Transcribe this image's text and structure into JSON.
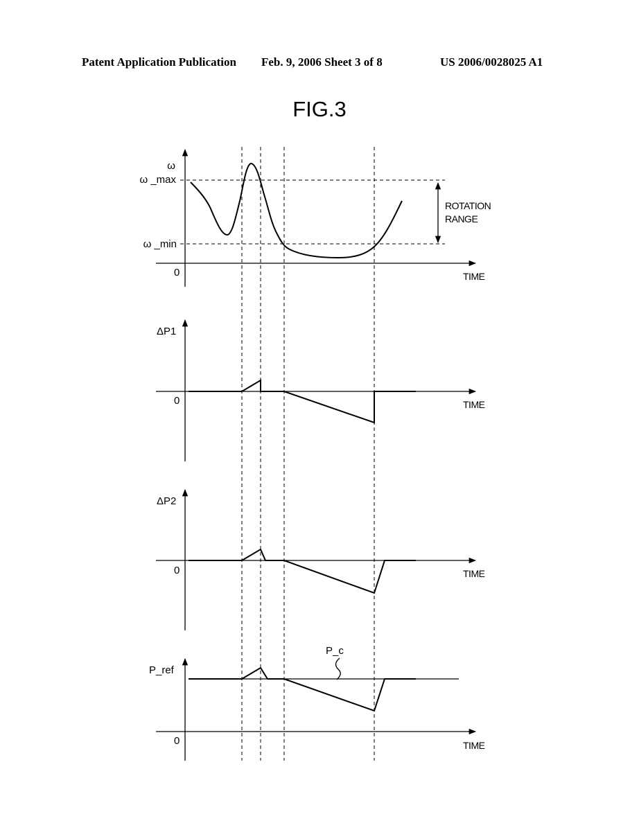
{
  "header": {
    "left": "Patent Application Publication",
    "middle": "Feb. 9, 2006   Sheet 3 of 8",
    "right": "US 2006/0028025 A1"
  },
  "figure": {
    "title": "FIG.3",
    "time_label": "TIME",
    "zero_label": "0",
    "panel1": {
      "y_label": "ω",
      "w_max_label": "ω _max",
      "w_min_label": "ω _min",
      "range_label_line1": "ROTATION",
      "range_label_line2": "RANGE"
    },
    "panel2": {
      "y_label": "ΔP1"
    },
    "panel3": {
      "y_label": "ΔP2"
    },
    "panel4": {
      "y_label": "P_ref",
      "curve_label": "P_c"
    }
  }
}
